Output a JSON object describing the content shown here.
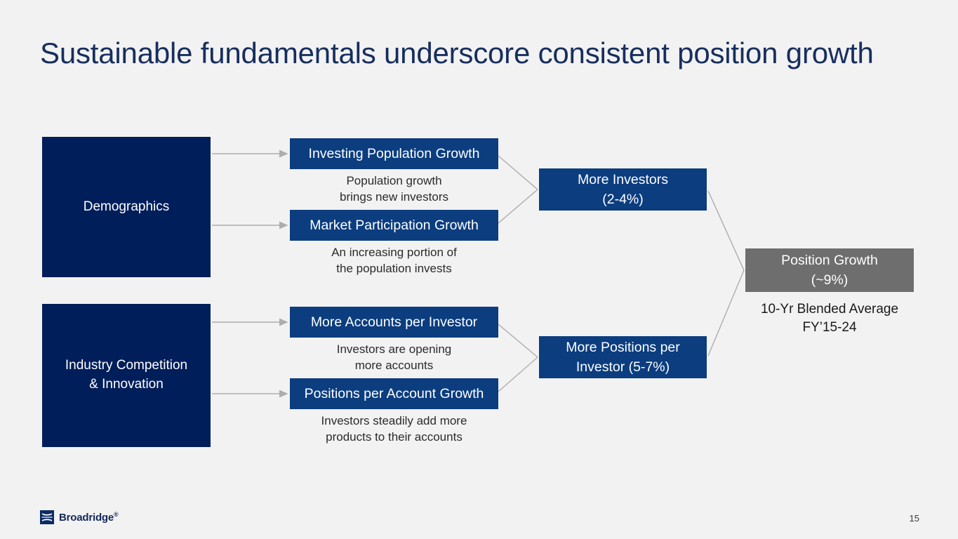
{
  "slide": {
    "title": "Sustainable fundamentals underscore consistent position growth",
    "page_number": "15",
    "background_color": "#f2f2f2",
    "title_color": "#172E5E"
  },
  "colors": {
    "primary_box": "#001E5A",
    "driver_box": "#0B3D7F",
    "outcome_box": "#0B3D7F",
    "result_box": "#6E6E6E",
    "connector": "#ADADAD",
    "caption_text": "#2b2b2b"
  },
  "diagram": {
    "primary_drivers": [
      {
        "label": "Demographics"
      },
      {
        "label_line1": "Industry Competition",
        "label_line2": "& Innovation"
      }
    ],
    "drivers": [
      {
        "label": "Investing Population Growth",
        "caption_line1": "Population growth",
        "caption_line2": "brings new investors"
      },
      {
        "label": "Market Participation Growth",
        "caption_line1": "An increasing portion of",
        "caption_line2": "the population invests"
      },
      {
        "label": "More Accounts per Investor",
        "caption_line1": "Investors are opening",
        "caption_line2": "more accounts"
      },
      {
        "label": "Positions per Account Growth",
        "caption_line1": "Investors steadily add more",
        "caption_line2": "products to their accounts"
      }
    ],
    "outcomes": [
      {
        "label_line1": "More Investors",
        "label_line2": "(2-4%)",
        "value_range": "2-4%"
      },
      {
        "label_line1": "More Positions per",
        "label_line2": "Investor (5-7%)",
        "value_range": "5-7%"
      }
    ],
    "result": {
      "label_line1": "Position Growth",
      "label_line2": "(~9%)",
      "value": "~9%",
      "caption_line1": "10-Yr Blended Average",
      "caption_line2": "FY’15-24"
    }
  },
  "footer": {
    "brand_name": "Broadridge",
    "brand_tm": "®"
  }
}
